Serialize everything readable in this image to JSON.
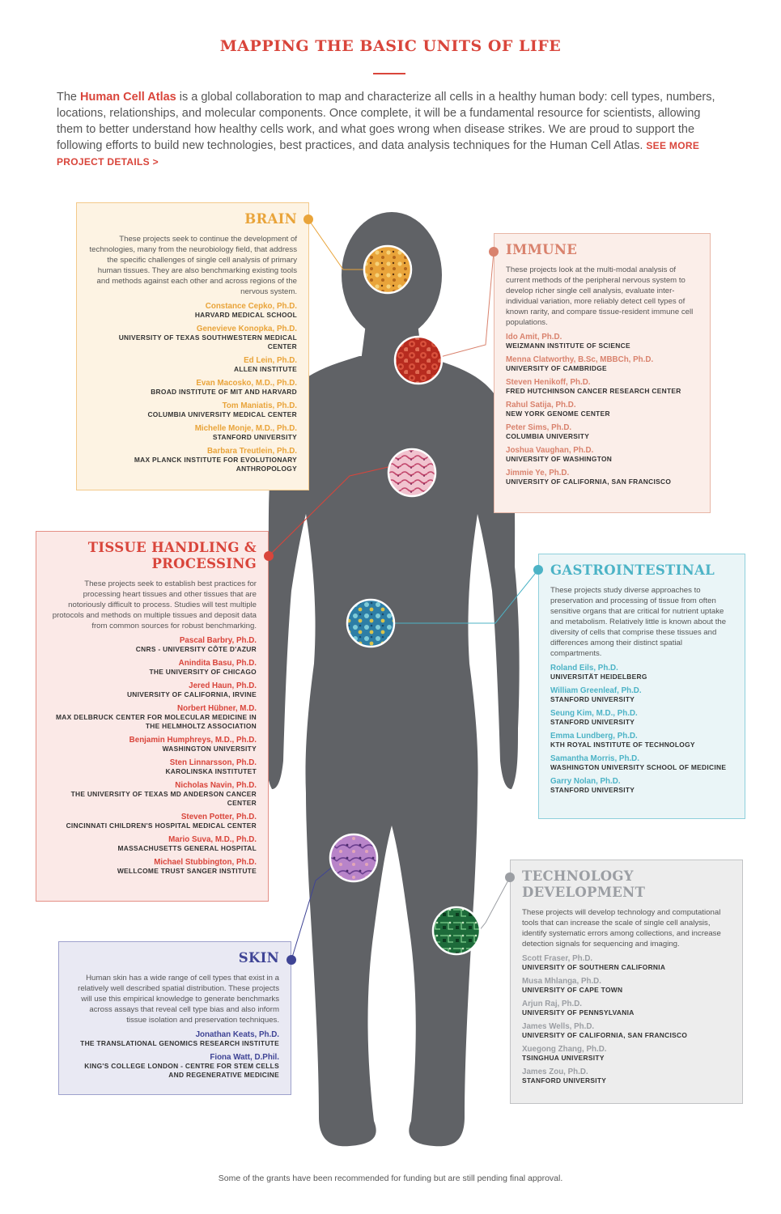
{
  "title": "MAPPING THE BASIC UNITS OF LIFE",
  "intro": {
    "prefix": "The ",
    "highlight": "Human Cell Atlas",
    "body": " is a global collaboration to map and characterize all cells in a healthy human body: cell types, numbers, locations, relationships, and molecular components. Once complete, it will be a fundamental resource for scientists, allowing them to better understand how healthy cells work, and what goes wrong when disease strikes. We are proud to support the following efforts to build new technologies, best practices, and data analysis techniques for the Human Cell Atlas. ",
    "link": "SEE MORE PROJECT DETAILS >"
  },
  "colors": {
    "accent": "#d9453b",
    "silhouette": "#606266",
    "brain": "#e9a43a",
    "immune": "#d9826d",
    "tissue": "#d9453b",
    "gastro": "#4cb3c6",
    "skin": "#3f4495",
    "tech": "#9b9ea3"
  },
  "sections": {
    "brain": {
      "heading": "BRAIN",
      "desc": "These projects seek to continue the development of technologies, many from the neurobiology field, that address the specific challenges of single cell analysis of primary human tissues. They are also benchmarking existing tools and methods against each other and across regions of the nervous system.",
      "people": [
        {
          "name": "Constance Cepko, Ph.D.",
          "inst": "HARVARD MEDICAL SCHOOL"
        },
        {
          "name": "Genevieve Konopka, Ph.D.",
          "inst": "UNIVERSITY OF TEXAS SOUTHWESTERN MEDICAL CENTER"
        },
        {
          "name": "Ed Lein, Ph.D.",
          "inst": "ALLEN INSTITUTE"
        },
        {
          "name": "Evan Macosko, M.D., Ph.D.",
          "inst": "BROAD INSTITUTE OF MIT AND HARVARD"
        },
        {
          "name": "Tom Maniatis, Ph.D.",
          "inst": "COLUMBIA UNIVERSITY MEDICAL CENTER"
        },
        {
          "name": "Michelle Monje, M.D., Ph.D.",
          "inst": "STANFORD UNIVERSITY"
        },
        {
          "name": "Barbara Treutlein, Ph.D.",
          "inst": "MAX PLANCK INSTITUTE FOR EVOLUTIONARY ANTHROPOLOGY"
        }
      ]
    },
    "immune": {
      "heading": "IMMUNE",
      "desc": "These projects look at the multi-modal analysis of current methods of the peripheral nervous system to develop richer single cell analysis, evaluate inter-individual variation, more reliably detect cell types of known rarity, and compare tissue-resident immune cell populations.",
      "people": [
        {
          "name": "Ido Amit, Ph.D.",
          "inst": "WEIZMANN INSTITUTE OF SCIENCE"
        },
        {
          "name": "Menna Clatworthy, B.Sc, MBBCh, Ph.D.",
          "inst": "UNIVERSITY OF CAMBRIDGE"
        },
        {
          "name": "Steven Henikoff, Ph.D.",
          "inst": "FRED HUTCHINSON CANCER RESEARCH CENTER"
        },
        {
          "name": "Rahul Satija, Ph.D.",
          "inst": "NEW YORK GENOME CENTER"
        },
        {
          "name": "Peter Sims, Ph.D.",
          "inst": "COLUMBIA UNIVERSITY"
        },
        {
          "name": "Joshua Vaughan, Ph.D.",
          "inst": "UNIVERSITY OF WASHINGTON"
        },
        {
          "name": "Jimmie Ye, Ph.D.",
          "inst": "UNIVERSITY OF CALIFORNIA, SAN FRANCISCO"
        }
      ]
    },
    "tissue": {
      "heading_line1": "TISSUE HANDLING &",
      "heading_line2": "PROCESSING",
      "desc": "These projects seek to establish best practices for processing heart tissues and other tissues that are notoriously difficult to process. Studies will test multiple protocols and methods on multiple tissues and deposit data from common sources for robust benchmarking.",
      "people": [
        {
          "name": "Pascal Barbry, Ph.D.",
          "inst": "CNRS - UNIVERSITY CÔTE D'AZUR"
        },
        {
          "name": "Anindita Basu, Ph.D.",
          "inst": "THE UNIVERSITY OF CHICAGO"
        },
        {
          "name": "Jered Haun, Ph.D.",
          "inst": "UNIVERSITY OF CALIFORNIA, IRVINE"
        },
        {
          "name": "Norbert Hübner, M.D.",
          "inst": "MAX DELBRUCK CENTER FOR MOLECULAR MEDICINE IN THE HELMHOLTZ ASSOCIATION"
        },
        {
          "name": "Benjamin Humphreys, M.D., Ph.D.",
          "inst": "WASHINGTON UNIVERSITY"
        },
        {
          "name": "Sten Linnarsson, Ph.D.",
          "inst": "KAROLINSKA INSTITUTET"
        },
        {
          "name": "Nicholas Navin, Ph.D.",
          "inst": "THE UNIVERSITY OF TEXAS MD ANDERSON CANCER CENTER"
        },
        {
          "name": "Steven Potter, Ph.D.",
          "inst": "CINCINNATI CHILDREN'S HOSPITAL MEDICAL CENTER"
        },
        {
          "name": "Mario Suva, M.D., Ph.D.",
          "inst": "MASSACHUSETTS GENERAL HOSPITAL"
        },
        {
          "name": "Michael Stubbington, Ph.D.",
          "inst": "WELLCOME TRUST SANGER INSTITUTE"
        }
      ]
    },
    "gastro": {
      "heading": "GASTROINTESTINAL",
      "desc": "These projects study diverse approaches to preservation and processing of tissue from often sensitive organs that are critical for nutrient uptake and metabolism. Relatively little is known about the diversity of cells that comprise these tissues and differences among their distinct spatial compartments.",
      "people": [
        {
          "name": "Roland Eils, Ph.D.",
          "inst": "UNIVERSITÄT HEIDELBERG"
        },
        {
          "name": "William Greenleaf, Ph.D.",
          "inst": "STANFORD UNIVERSITY"
        },
        {
          "name": "Seung Kim, M.D., Ph.D.",
          "inst": "STANFORD UNIVERSITY"
        },
        {
          "name": "Emma Lundberg, Ph.D.",
          "inst": "KTH ROYAL INSTITUTE OF TECHNOLOGY"
        },
        {
          "name": "Samantha Morris, Ph.D.",
          "inst": "WASHINGTON UNIVERSITY SCHOOL OF MEDICINE"
        },
        {
          "name": "Garry Nolan, Ph.D.",
          "inst": "STANFORD UNIVERSITY"
        }
      ]
    },
    "tech": {
      "heading": "TECHNOLOGY DEVELOPMENT",
      "desc": "These projects will develop technology and computational tools that can increase the scale of single cell analysis, identify systematic errors among collections, and increase detection signals for sequencing and imaging.",
      "people": [
        {
          "name": "Scott Fraser, Ph.D.",
          "inst": "UNIVERSITY OF SOUTHERN CALIFORNIA"
        },
        {
          "name": "Musa Mhlanga, Ph.D.",
          "inst": "UNIVERSITY OF CAPE TOWN"
        },
        {
          "name": "Arjun Raj, Ph.D.",
          "inst": "UNIVERSITY OF PENNSYLVANIA"
        },
        {
          "name": "James Wells, Ph.D.",
          "inst": "UNIVERSITY OF CALIFORNIA, SAN FRANCISCO"
        },
        {
          "name": "Xuegong Zhang, Ph.D.",
          "inst": "TSINGHUA UNIVERSITY"
        },
        {
          "name": "James Zou, Ph.D.",
          "inst": "STANFORD UNIVERSITY"
        }
      ]
    },
    "skin": {
      "heading": "SKIN",
      "desc": "Human skin has a wide range of cell types that exist in a relatively well described spatial distribution. These projects will use this empirical knowledge to generate benchmarks across assays that reveal cell type bias and also inform tissue isolation and preservation techniques.",
      "people": [
        {
          "name": "Jonathan Keats, Ph.D.",
          "inst": "THE TRANSLATIONAL GENOMICS RESEARCH INSTITUTE"
        },
        {
          "name": "Fiona Watt, D.Phil.",
          "inst": "KING'S COLLEGE LONDON - CENTRE FOR STEM CELLS AND REGENERATIVE MEDICINE"
        }
      ]
    }
  },
  "footnote": "Some of the grants have been recommended for funding but are still pending final approval."
}
